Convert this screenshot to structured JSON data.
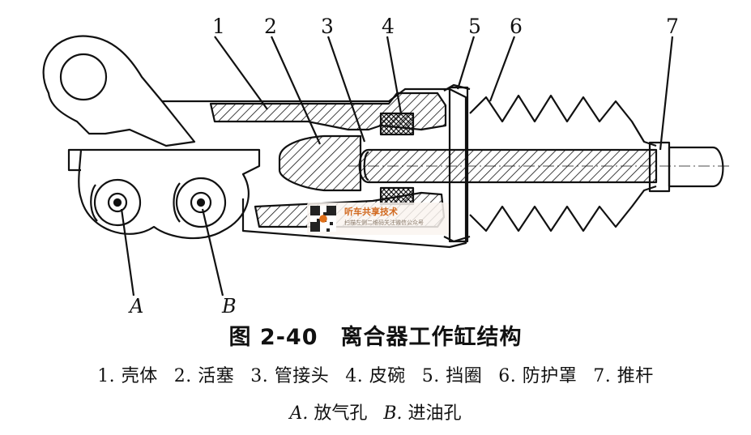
{
  "callouts": [
    "1",
    "2",
    "3",
    "4",
    "5",
    "6",
    "7"
  ],
  "points": {
    "a": "A",
    "b": "B"
  },
  "caption": {
    "title": "图 2-40　离合器工作缸结构",
    "legend": [
      {
        "num": "1.",
        "text": "壳体"
      },
      {
        "num": "2.",
        "text": "活塞"
      },
      {
        "num": "3.",
        "text": "管接头"
      },
      {
        "num": "4.",
        "text": "皮碗"
      },
      {
        "num": "5.",
        "text": "挡圈"
      },
      {
        "num": "6.",
        "text": "防护罩"
      },
      {
        "num": "7.",
        "text": "推杆"
      }
    ],
    "legend2": [
      {
        "num": "A.",
        "text": "放气孔"
      },
      {
        "num": "B.",
        "text": "进油孔"
      }
    ]
  },
  "watermark": {
    "title": "听车共享技术",
    "subtitle": "扫描左侧二维码关注微信公众号"
  }
}
